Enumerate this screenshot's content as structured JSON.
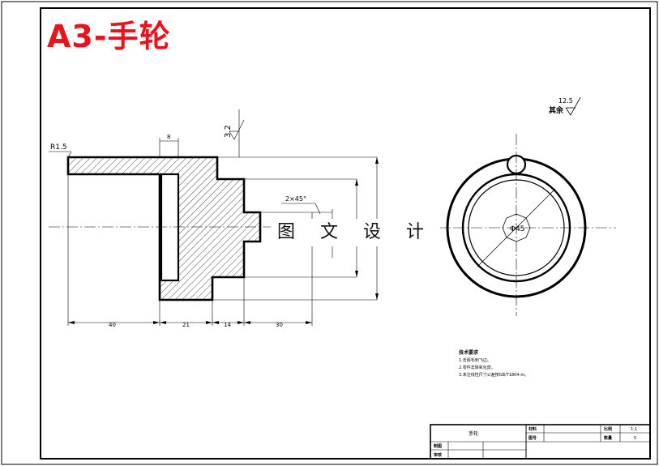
{
  "header": {
    "title": "A3-手轮"
  },
  "watermark": {
    "text": "图 文 设 计"
  },
  "dimensions": {
    "radius": "R1.5",
    "groove_width": "8",
    "chamfer": "2×45°",
    "roughness_face": "3.2",
    "len_a": "40",
    "len_b": "21",
    "len_c": "14",
    "len_d": "30",
    "bore_dia": "Φ45"
  },
  "surface_note": {
    "label": "其余",
    "value": "12.5"
  },
  "tech_notes": {
    "heading": "技术要求",
    "lines": [
      "1.去除毛刺飞边。",
      "2.零件去除氧化皮。",
      "3.未注线性尺寸公差按GB/T1804-m。"
    ]
  },
  "title_block": {
    "part_name": "手轮",
    "scale_label": "比例",
    "scale_value": "1:1",
    "qty_label": "数量",
    "qty_value": "5",
    "material_label": "材料",
    "drawing_no_label": "图号",
    "drawn_label": "制图",
    "checked_label": "审核"
  }
}
